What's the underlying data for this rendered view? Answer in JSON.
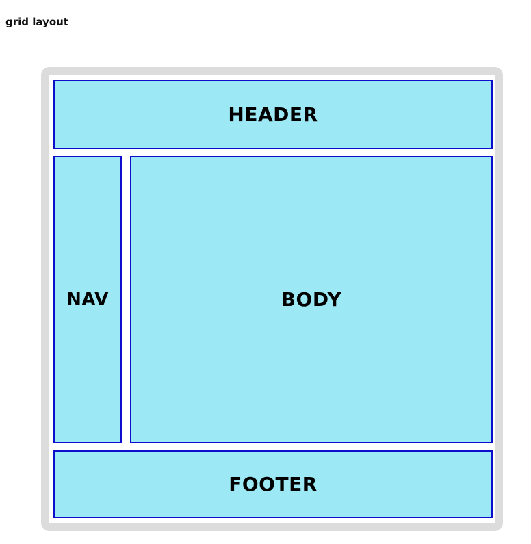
{
  "page": {
    "title": "grid layout"
  },
  "colors": {
    "cell_fill": "#9ce8f5",
    "cell_border": "#0d0dcc",
    "frame_border": "#dcdcdc",
    "frame_background": "#ffffff",
    "page_background": "#ffffff",
    "label_text": "#000000",
    "title_text": "#111111"
  },
  "grid": {
    "areas": [
      {
        "name": "header",
        "label": "HEADER"
      },
      {
        "name": "nav",
        "label": "NAV"
      },
      {
        "name": "body",
        "label": "BODY"
      },
      {
        "name": "footer",
        "label": "FOOTER"
      }
    ],
    "template_areas": "\"header header\" \"nav body\" \"footer footer\""
  }
}
